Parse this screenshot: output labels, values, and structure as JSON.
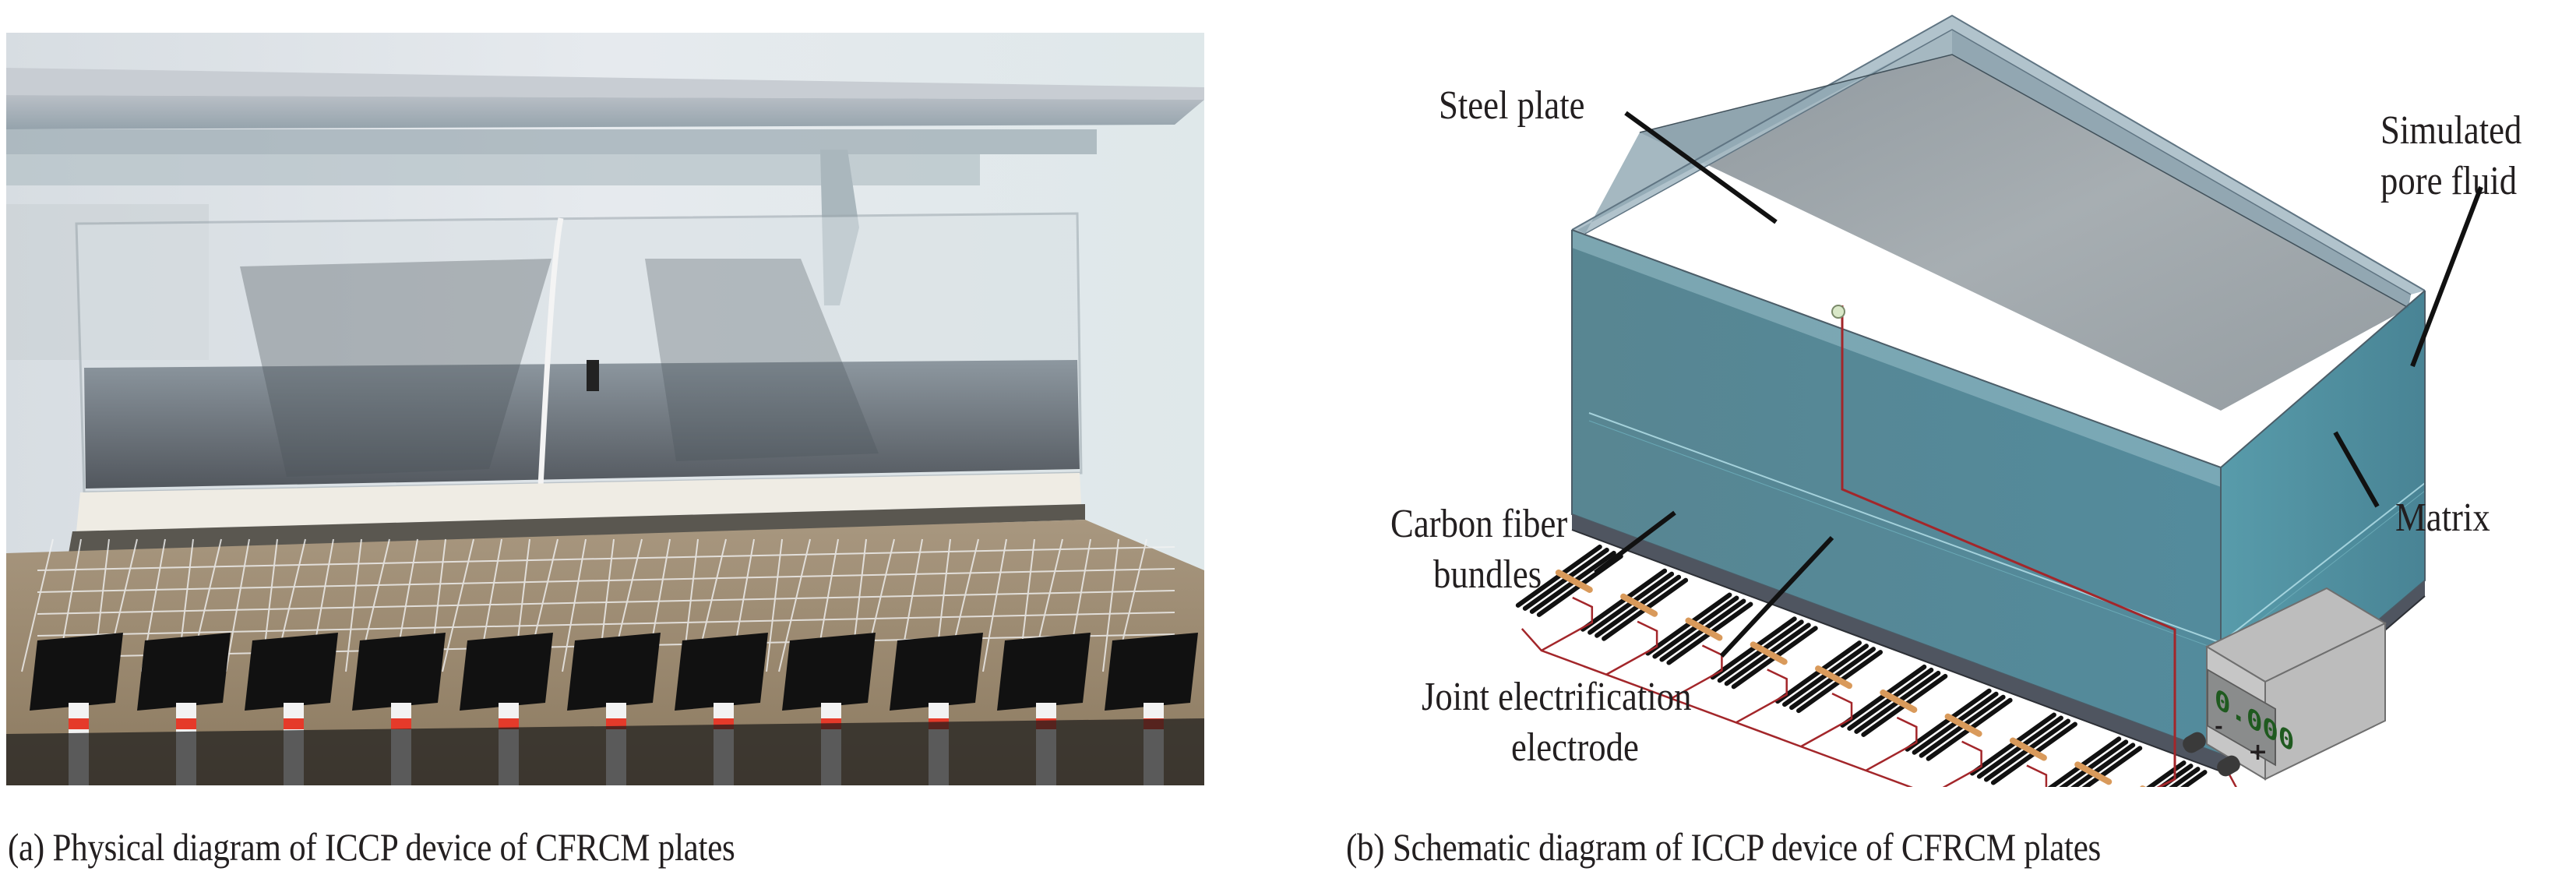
{
  "figure": {
    "panel_a": {
      "caption": "(a) Physical diagram of ICCP device of CFRCM plates",
      "content": "photo of acrylic tank on CFRCM plate with carbon fiber bundles and wires"
    },
    "panel_b": {
      "caption": "(b) Schematic diagram of ICCP device of CFRCM plates",
      "labels": {
        "steel_plate": "Steel plate",
        "pore_fluid_line1": "Simulated",
        "pore_fluid_line2": "pore fluid",
        "matrix": "Matrix",
        "carbon_line1": "Carbon fiber",
        "carbon_line2": "bundles",
        "electrode_line1": "Joint electrification",
        "electrode_line2": "electrode"
      },
      "power_supply": {
        "display": "0.000",
        "negative_terminal": "-",
        "positive_terminal": "+"
      },
      "bundle_count": 10
    }
  },
  "colors": {
    "wire": "#a3262a",
    "fluid": "#5aaab8",
    "tank_glass": "#9fb4bf",
    "steel": "#9aa3a8",
    "matrix": "#4f5560",
    "electrode": "#d99a5b",
    "display_text": "#1f5a1f"
  }
}
